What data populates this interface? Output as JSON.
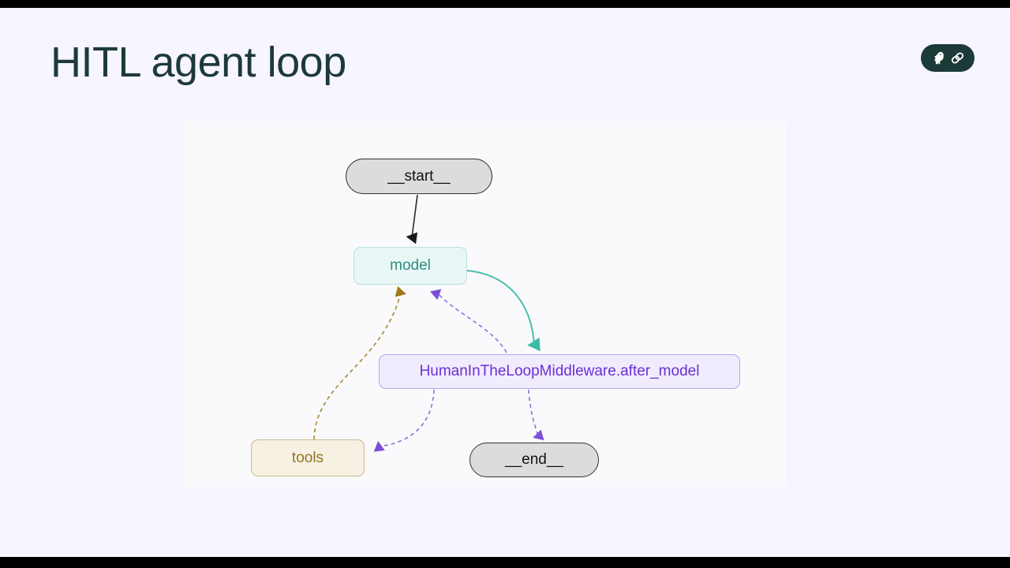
{
  "slide": {
    "title": "HITL agent loop",
    "background_color": "#f7f5ff",
    "title_color": "#1c3a38"
  },
  "brand": {
    "name": "langchain-logo",
    "parrot_icon": "parrot-icon",
    "link_icon": "chain-link-icon",
    "badge_color": "#1c3a38"
  },
  "diagram": {
    "type": "state-graph",
    "panel_background": "#fafafc",
    "nodes": [
      {
        "id": "__start__",
        "label": "__start__",
        "shape": "pill",
        "fill": "#dcdcdc",
        "stroke": "#333333",
        "text_color": "#111111"
      },
      {
        "id": "model",
        "label": "model",
        "shape": "rounded-rect",
        "fill": "#e8f7f5",
        "stroke": "#b7e2dc",
        "text_color": "#2f8c80"
      },
      {
        "id": "middleware",
        "label": "HumanInTheLoopMiddleware.after_model",
        "shape": "rounded-rect",
        "fill": "#f1ecfd",
        "stroke": "#b9a6ef",
        "text_color": "#6b2fd4"
      },
      {
        "id": "tools",
        "label": "tools",
        "shape": "rounded-rect",
        "fill": "#f7f1e4",
        "stroke": "#c9b98e",
        "text_color": "#907527"
      },
      {
        "id": "__end__",
        "label": "__end__",
        "shape": "pill",
        "fill": "#dcdcdc",
        "stroke": "#333333",
        "text_color": "#111111"
      }
    ],
    "edges": [
      {
        "from": "__start__",
        "to": "model",
        "style": "solid",
        "color": "#333333"
      },
      {
        "from": "model",
        "to": "middleware",
        "style": "solid",
        "color": "#4cbfae"
      },
      {
        "from": "middleware",
        "to": "model",
        "style": "dashed",
        "color": "#8b72d9"
      },
      {
        "from": "middleware",
        "to": "tools",
        "style": "dashed",
        "color": "#8b72d9"
      },
      {
        "from": "middleware",
        "to": "__end__",
        "style": "dashed",
        "color": "#8b72d9"
      },
      {
        "from": "tools",
        "to": "model",
        "style": "dashed",
        "color": "#a8892f"
      }
    ]
  }
}
